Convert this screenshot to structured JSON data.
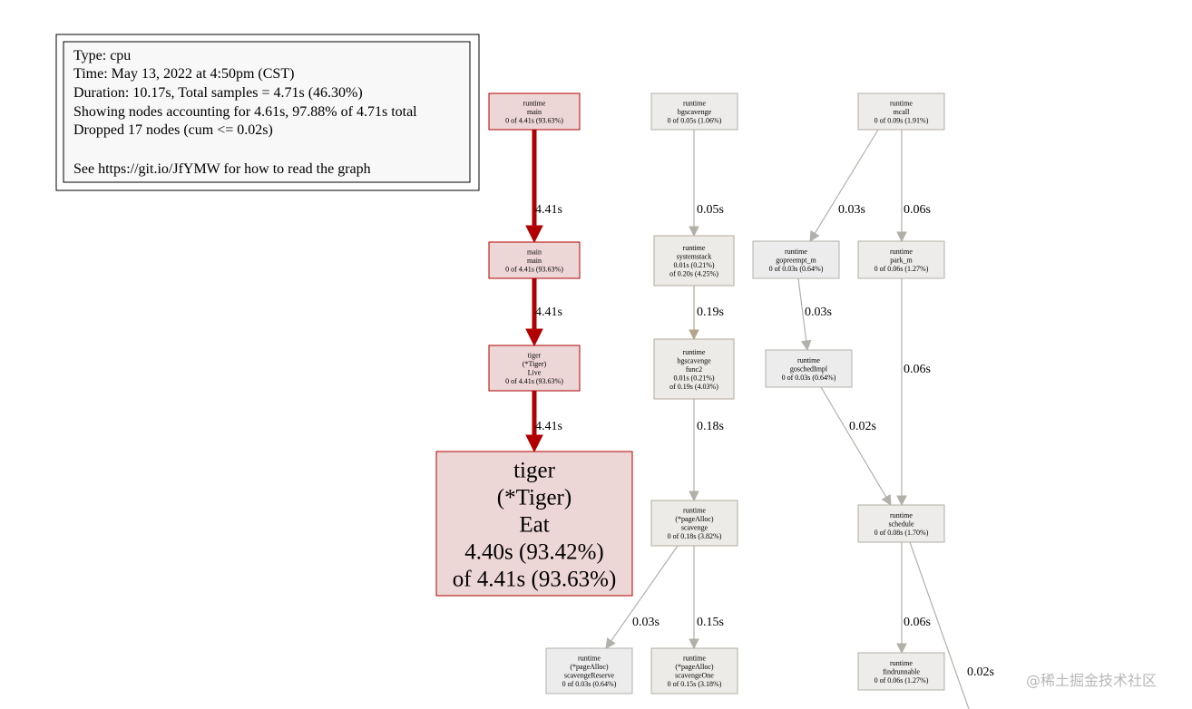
{
  "legend": {
    "lines": [
      "Type: cpu",
      "Time: May 13, 2022 at 4:50pm (CST)",
      "Duration: 10.17s, Total samples = 4.71s (46.30%)",
      "Showing nodes accounting for 4.61s, 97.88% of 4.71s total",
      "Dropped 17 nodes (cum <= 0.02s)",
      "",
      "See https://git.io/JfYMW for how to read the graph"
    ]
  },
  "nodes": [
    {
      "id": "runtime_main",
      "lines": [
        "runtime",
        "main",
        "0 of 4.41s (93.63%)"
      ],
      "fill": "#edd6d6",
      "stroke": "#b20000"
    },
    {
      "id": "main_main",
      "lines": [
        "main",
        "main",
        "0 of 4.41s (93.63%)"
      ],
      "fill": "#edd6d6",
      "stroke": "#b20000"
    },
    {
      "id": "tiger_live",
      "lines": [
        "tiger",
        "(*Tiger)",
        "Live",
        "0 of 4.41s (93.63%)"
      ],
      "fill": "#edd6d6",
      "stroke": "#b20000"
    },
    {
      "id": "tiger_eat",
      "lines": [
        "tiger",
        "(*Tiger)",
        "Eat",
        "4.40s (93.42%)",
        "of 4.41s (93.63%)"
      ],
      "fill": "#edd6d6",
      "stroke": "#b20000"
    },
    {
      "id": "runtime_bgscavenge",
      "lines": [
        "runtime",
        "bgscavenge",
        "0 of 0.05s (1.06%)"
      ],
      "fill": "#edecea",
      "stroke": "#b2afa6"
    },
    {
      "id": "runtime_systemstack",
      "lines": [
        "runtime",
        "systemstack",
        "0.01s (0.21%)",
        "of 0.20s (4.25%)"
      ],
      "fill": "#edebe8",
      "stroke": "#b2aa9a"
    },
    {
      "id": "runtime_bgscavenge_func2",
      "lines": [
        "runtime",
        "bgscavenge",
        "func2",
        "0.01s (0.21%)",
        "of 0.19s (4.03%)"
      ],
      "fill": "#edebe8",
      "stroke": "#b2aa9a"
    },
    {
      "id": "runtime_pagealloc_scavenge",
      "lines": [
        "runtime",
        "(*pageAlloc)",
        "scavenge",
        "0 of 0.18s (3.82%)"
      ],
      "fill": "#edebe8",
      "stroke": "#b2ab9c"
    },
    {
      "id": "runtime_scavengereserve",
      "lines": [
        "runtime",
        "(*pageAlloc)",
        "scavengeReserve",
        "0 of 0.03s (0.64%)"
      ],
      "fill": "#edeced",
      "stroke": "#b2b0aa"
    },
    {
      "id": "runtime_scavengeone",
      "lines": [
        "runtime",
        "(*pageAlloc)",
        "scavengeOne",
        "0 of 0.15s (3.18%)"
      ],
      "fill": "#edebe8",
      "stroke": "#b2ac9f"
    },
    {
      "id": "runtime_mcall",
      "lines": [
        "runtime",
        "mcall",
        "0 of 0.09s (1.91%)"
      ],
      "fill": "#edecea",
      "stroke": "#b2aea4"
    },
    {
      "id": "runtime_gopreempt_m",
      "lines": [
        "runtime",
        "gopreempt_m",
        "0 of 0.03s (0.64%)"
      ],
      "fill": "#edeced",
      "stroke": "#b2b0aa"
    },
    {
      "id": "runtime_park_m",
      "lines": [
        "runtime",
        "park_m",
        "0 of 0.06s (1.27%)"
      ],
      "fill": "#edecea",
      "stroke": "#b2afa6"
    },
    {
      "id": "runtime_goschedimpl",
      "lines": [
        "runtime",
        "goschedImpl",
        "0 of 0.03s (0.64%)"
      ],
      "fill": "#edeced",
      "stroke": "#b2b0aa"
    },
    {
      "id": "runtime_schedule",
      "lines": [
        "runtime",
        "schedule",
        "0 of 0.08s (1.70%)"
      ],
      "fill": "#edecea",
      "stroke": "#b2aea5"
    },
    {
      "id": "runtime_findrunnable",
      "lines": [
        "runtime",
        "findrunnable",
        "0 of 0.06s (1.27%)"
      ],
      "fill": "#edecea",
      "stroke": "#b2afa6"
    }
  ],
  "edges": [
    {
      "from": "runtime_main",
      "to": "main_main",
      "label": "4.41s",
      "color": "#b20000",
      "weight": "heavy"
    },
    {
      "from": "main_main",
      "to": "tiger_live",
      "label": "4.41s",
      "color": "#b20000",
      "weight": "heavy"
    },
    {
      "from": "tiger_live",
      "to": "tiger_eat",
      "label": "4.41s",
      "color": "#b20000",
      "weight": "heavy"
    },
    {
      "from": "runtime_bgscavenge",
      "to": "runtime_systemstack",
      "label": "0.05s",
      "color": "#b2afa6",
      "weight": "light"
    },
    {
      "from": "runtime_systemstack",
      "to": "runtime_bgscavenge_func2",
      "label": "0.19s",
      "color": "#b2a58a",
      "weight": "light"
    },
    {
      "from": "runtime_bgscavenge_func2",
      "to": "runtime_pagealloc_scavenge",
      "label": "0.18s",
      "color": "#b2afa6",
      "weight": "light"
    },
    {
      "from": "runtime_pagealloc_scavenge",
      "to": "runtime_scavengereserve",
      "label": "0.03s",
      "color": "#b2b0aa",
      "weight": "light"
    },
    {
      "from": "runtime_pagealloc_scavenge",
      "to": "runtime_scavengeone",
      "label": "0.15s",
      "color": "#b2afa6",
      "weight": "light"
    },
    {
      "from": "runtime_mcall",
      "to": "runtime_gopreempt_m",
      "label": "0.03s",
      "color": "#b2b0aa",
      "weight": "light"
    },
    {
      "from": "runtime_mcall",
      "to": "runtime_park_m",
      "label": "0.06s",
      "color": "#b2afa6",
      "weight": "light"
    },
    {
      "from": "runtime_gopreempt_m",
      "to": "runtime_goschedimpl",
      "label": "0.03s",
      "color": "#b2b0aa",
      "weight": "light"
    },
    {
      "from": "runtime_park_m",
      "to": "runtime_schedule",
      "label": "0.06s",
      "color": "#b2afa6",
      "weight": "light"
    },
    {
      "from": "runtime_goschedimpl",
      "to": "runtime_schedule",
      "label": "0.02s",
      "color": "#b2b0aa",
      "weight": "light"
    },
    {
      "from": "runtime_schedule",
      "to": "runtime_findrunnable",
      "label": "0.06s",
      "color": "#b2afa6",
      "weight": "light"
    },
    {
      "from": "runtime_schedule",
      "to": "offscreen",
      "label": "0.02s",
      "color": "#b2b0aa",
      "weight": "light"
    }
  ],
  "watermark": "@稀土掘金技术社区"
}
